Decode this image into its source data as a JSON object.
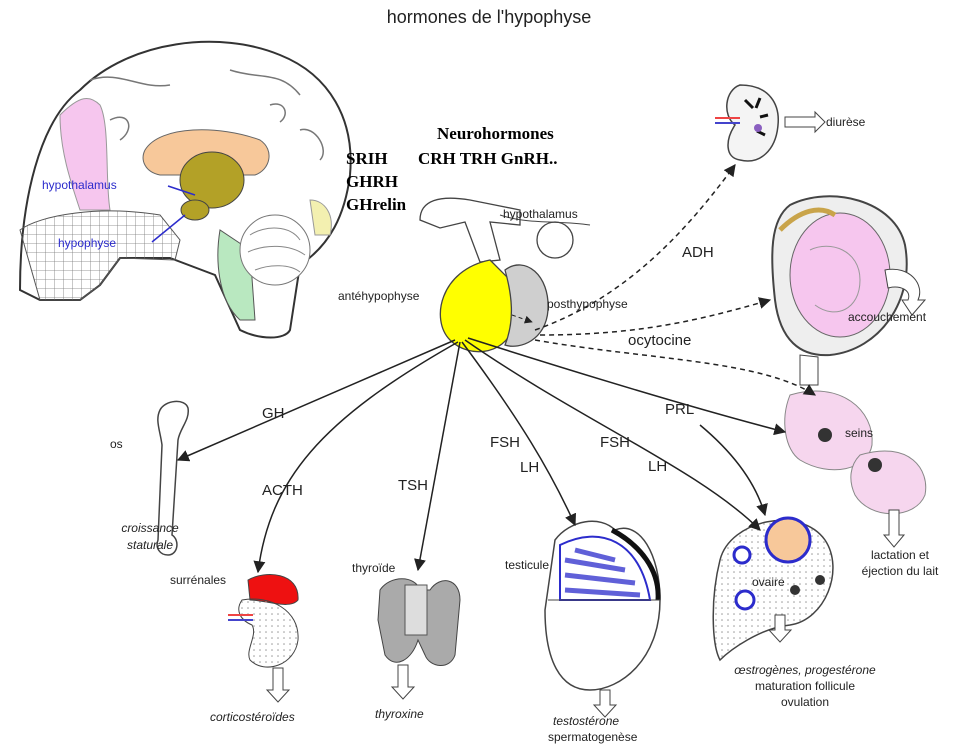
{
  "title": "hormones de l'hypophyse",
  "brain": {
    "hypothalamus": "hypothalamus",
    "hypophyse": "hypophyse"
  },
  "neuro": {
    "heading": "Neurohormones",
    "line1_left": "SRIH",
    "line1_right": "CRH TRH GnRH..",
    "line2": "GHRH",
    "line3": "GHrelin"
  },
  "gland": {
    "hypothalamus": "hypothalamus",
    "ante": "antéhypophyse",
    "post": "posthypophyse"
  },
  "hormones": {
    "adh": "ADH",
    "ocytocine": "ocytocine",
    "gh": "GH",
    "acth": "ACTH",
    "tsh": "TSH",
    "fsh1": "FSH",
    "lh1": "LH",
    "fsh2": "FSH",
    "lh2": "LH",
    "prl": "PRL"
  },
  "targets": {
    "diurese": "diurèse",
    "accouchement": "accouchement",
    "seins": "seins",
    "os": "os",
    "surrenales": "surrénales",
    "thyroide": "thyroïde",
    "testicule": "testicule",
    "ovaire": "ovaire"
  },
  "effects": {
    "croissance1": "croissance",
    "croissance2": "staturale",
    "cortico": "corticostéroïdes",
    "thyroxine": "thyroxine",
    "testo": "testostérone",
    "sperm": "spermatogenèse",
    "oestro": "œstrogènes, progestérone",
    "maturation": "maturation follicule",
    "ovulation": "ovulation",
    "lactation1": "lactation et",
    "lactation2": "éjection du lait"
  },
  "colors": {
    "yellow": "#ffff00",
    "grey": "#cfcfcf",
    "pink": "#f6c6ee",
    "red": "#ee1111",
    "orange": "#f7c89a",
    "olive": "#b3a127",
    "mint": "#b9e8c0",
    "blue": "#2c2ccc"
  }
}
